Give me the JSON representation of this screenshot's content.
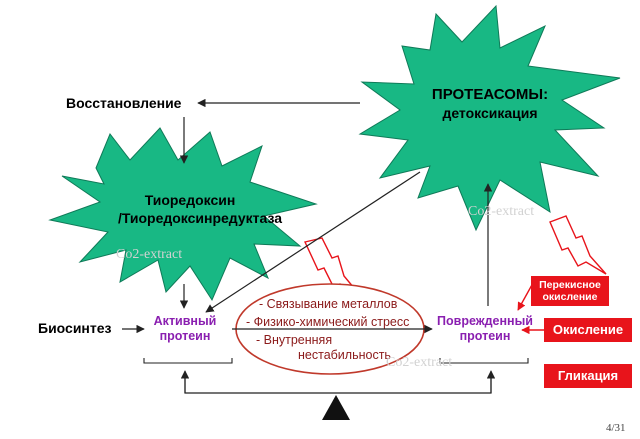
{
  "proteasomes": {
    "title": "ПРОТЕАСОМЫ:",
    "subtitle": "детоксикация"
  },
  "thioredoxin": {
    "line1": "Тиоредоксин",
    "line2": "/Тиоредоксинредуктаза"
  },
  "restoration": "Восстановление",
  "biosynthesis": "Биосинтез",
  "active_protein": {
    "line1": "Активный",
    "line2": "протеин"
  },
  "damaged_protein": {
    "line1": "Поврежденный",
    "line2": "протеин"
  },
  "stress_factors": [
    "- Связывание металлов",
    "- Физико-химический стресс",
    "- Внутренняя",
    "нестабильность"
  ],
  "damage_causes": {
    "peroxide": "Перекисное окисление",
    "oxidation": "Окисление",
    "glycation": "Гликация"
  },
  "watermark": "Co2-extract",
  "page_number": "4/31",
  "colors": {
    "starburst": "#18b884",
    "arrow": "#222222",
    "red_box": "#e8141b",
    "purple_text": "#8a1fb0",
    "ellipse": "#c0392b"
  }
}
